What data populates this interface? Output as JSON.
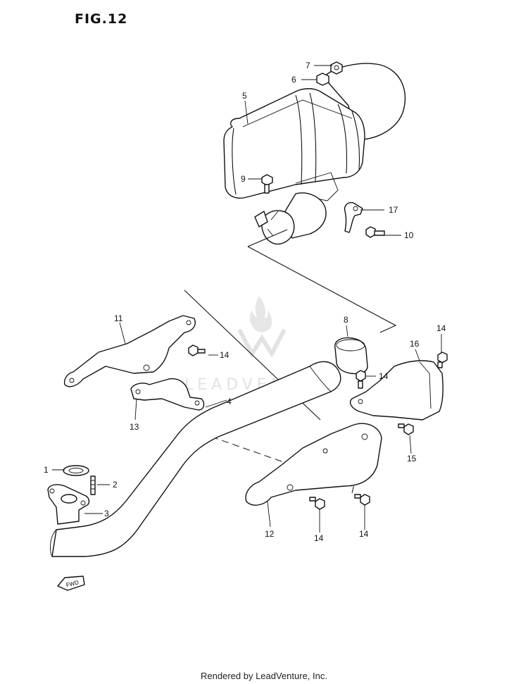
{
  "figure": {
    "title": "FIG.12"
  },
  "watermark": {
    "text": "LEADVENTURE"
  },
  "footer": {
    "text": "Rendered by LeadVenture, Inc."
  },
  "arrow_label": "FWD",
  "parts": [
    {
      "id": "part-1",
      "label": "1"
    },
    {
      "id": "part-2",
      "label": "2"
    },
    {
      "id": "part-3",
      "label": "3"
    },
    {
      "id": "part-4",
      "label": "4"
    },
    {
      "id": "part-5",
      "label": "5"
    },
    {
      "id": "part-6",
      "label": "6"
    },
    {
      "id": "part-7",
      "label": "7"
    },
    {
      "id": "part-8",
      "label": "8"
    },
    {
      "id": "part-9",
      "label": "9"
    },
    {
      "id": "part-10",
      "label": "10"
    },
    {
      "id": "part-11",
      "label": "11"
    },
    {
      "id": "part-12",
      "label": "12"
    },
    {
      "id": "part-13",
      "label": "13"
    },
    {
      "id": "part-14a",
      "label": "14"
    },
    {
      "id": "part-14b",
      "label": "14"
    },
    {
      "id": "part-14c",
      "label": "14"
    },
    {
      "id": "part-14d",
      "label": "14"
    },
    {
      "id": "part-14e",
      "label": "14"
    },
    {
      "id": "part-15",
      "label": "15"
    },
    {
      "id": "part-16",
      "label": "16"
    },
    {
      "id": "part-17",
      "label": "17"
    }
  ]
}
